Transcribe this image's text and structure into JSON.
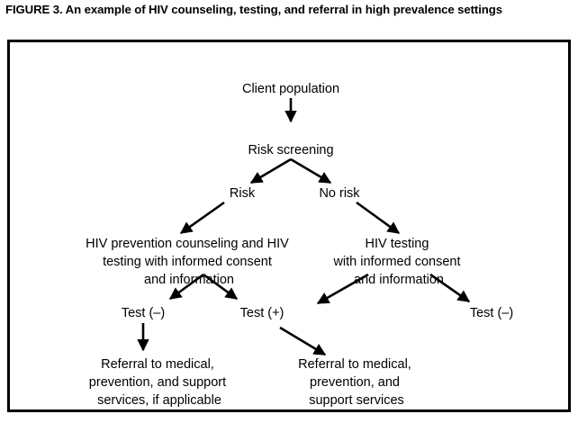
{
  "figure": {
    "caption": "FIGURE 3. An example of HIV counseling, testing, and referral in high prevalence settings",
    "border_color": "#000000",
    "background_color": "#ffffff",
    "text_color": "#000000"
  },
  "chart_data": {
    "type": "diagram",
    "title": "An example of HIV counseling, testing, and referral in high prevalence settings",
    "nodes": [
      {
        "id": "client-population",
        "label": "Client population",
        "lines": [
          "Client population"
        ]
      },
      {
        "id": "risk-screening",
        "label": "Risk screening",
        "lines": [
          "Risk screening"
        ]
      },
      {
        "id": "risk",
        "label": "Risk",
        "lines": [
          "Risk"
        ]
      },
      {
        "id": "no-risk",
        "label": "No risk",
        "lines": [
          "No risk"
        ]
      },
      {
        "id": "hiv-prevention-counseling",
        "label": "HIV prevention counseling and HIV testing with informed consent and information",
        "lines": [
          "HIV prevention counseling and HIV",
          "testing with informed consent",
          "and information"
        ]
      },
      {
        "id": "hiv-testing",
        "label": "HIV testing with informed consent and information",
        "lines": [
          "HIV testing",
          "with informed consent",
          "and information"
        ]
      },
      {
        "id": "test-negative-left",
        "label": "Test (–)",
        "lines": [
          "Test (–)"
        ]
      },
      {
        "id": "test-positive",
        "label": "Test (+)",
        "lines": [
          "Test (+)"
        ]
      },
      {
        "id": "test-negative-right",
        "label": "Test (–)",
        "lines": [
          "Test (–)"
        ]
      },
      {
        "id": "referral-left",
        "label": "Referral to medical, prevention, and support services, if applicable",
        "lines": [
          "Referral to medical,",
          "prevention, and support",
          "services, if applicable"
        ]
      },
      {
        "id": "referral-right",
        "label": "Referral to medical, prevention, and support services",
        "lines": [
          "Referral to medical,",
          "prevention, and",
          "support services"
        ]
      }
    ],
    "edges": [
      {
        "from": "client-population",
        "to": "risk-screening",
        "style": "straight-down"
      },
      {
        "from": "risk-screening",
        "to": "risk",
        "style": "diagonal-down-left"
      },
      {
        "from": "risk-screening",
        "to": "no-risk",
        "style": "diagonal-down-right"
      },
      {
        "from": "risk",
        "to": "hiv-prevention-counseling",
        "style": "diagonal-down-left"
      },
      {
        "from": "no-risk",
        "to": "hiv-testing",
        "style": "diagonal-down-right"
      },
      {
        "from": "hiv-prevention-counseling",
        "to": "test-negative-left",
        "style": "diagonal-down-left"
      },
      {
        "from": "hiv-prevention-counseling",
        "to": "test-positive",
        "style": "diagonal-down-right"
      },
      {
        "from": "hiv-testing",
        "to": "test-positive",
        "style": "diagonal-down-left"
      },
      {
        "from": "hiv-testing",
        "to": "test-negative-right",
        "style": "diagonal-down-right"
      },
      {
        "from": "test-negative-left",
        "to": "referral-left",
        "style": "straight-down"
      },
      {
        "from": "test-positive",
        "to": "referral-right",
        "style": "diagonal-down-right"
      }
    ]
  }
}
